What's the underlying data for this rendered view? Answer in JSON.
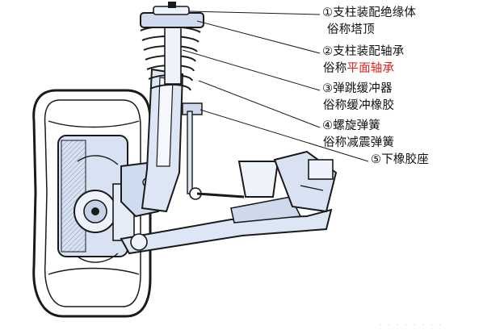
{
  "labels": {
    "item1_line1": "①支柱装配绝缘体",
    "item1_line2": "俗称塔顶",
    "item2_line1": "②支柱装配轴承",
    "item2_line2_prefix": "俗称",
    "item2_line2_highlight": "平面轴承",
    "item3_line1": "③弹跳缓冲器",
    "item3_line2": "俗称缓冲橡胶",
    "item4_line1": "④螺旋弹簧",
    "item4_line2": "俗称减震弹簧",
    "item5_line1": "⑤下橡胶座"
  },
  "colors": {
    "highlight": "#e02020",
    "part_fill": "#d8e2f2",
    "outline": "#1a1a1a"
  }
}
